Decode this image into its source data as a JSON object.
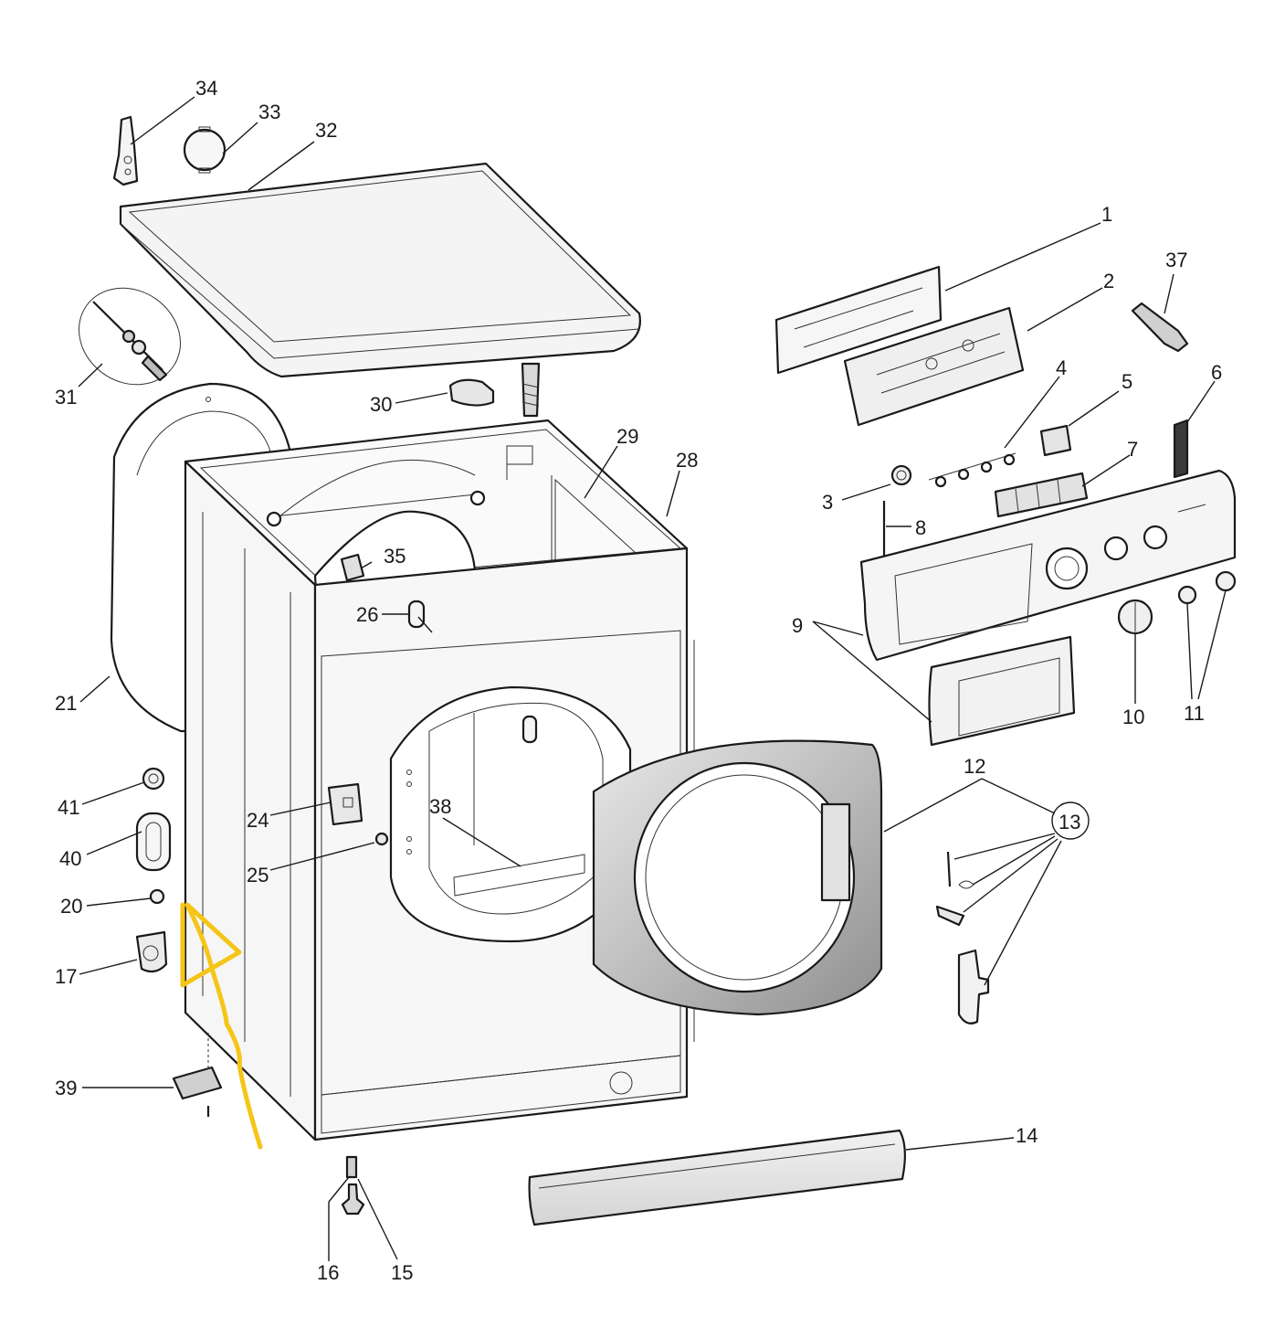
{
  "diagram": {
    "title": "Washing machine exploded parts diagram",
    "colors": {
      "line": "#1a1a1a",
      "panel": "#f4f4f4",
      "panel_light": "#fbfbfb",
      "shadow": "#d9d9d9",
      "door_grey": "#a8a8a8",
      "highlighter": "#f5c518"
    },
    "labels": {
      "p1": "1",
      "p2": "2",
      "p3": "3",
      "p4": "4",
      "p5": "5",
      "p6": "6",
      "p7": "7",
      "p8": "8",
      "p9": "9",
      "p10": "10",
      "p11": "11",
      "p12": "12",
      "p13": "13",
      "p14": "14",
      "p15": "15",
      "p16": "16",
      "p17": "17",
      "p20": "20",
      "p21": "21",
      "p24": "24",
      "p25": "25",
      "p26": "26",
      "p28": "28",
      "p29": "29",
      "p30": "30",
      "p31": "31",
      "p32": "32",
      "p33": "33",
      "p34": "34",
      "p35": "35",
      "p37": "37",
      "p38": "38",
      "p39": "39",
      "p40": "40",
      "p41": "41"
    }
  }
}
